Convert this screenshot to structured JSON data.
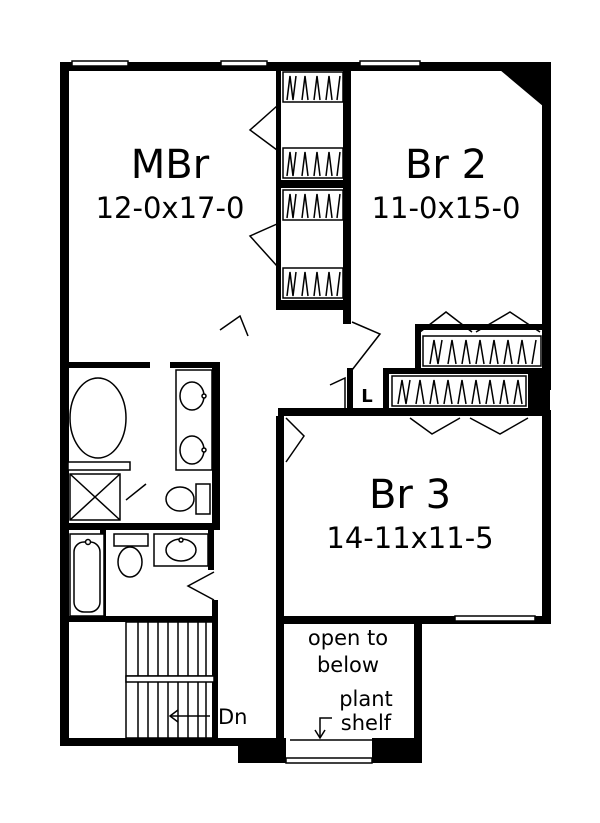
{
  "rooms": {
    "master": {
      "name": "MBr",
      "size": "12-0x17-0"
    },
    "bedroom2": {
      "name": "Br 2",
      "size": "11-0x15-0"
    },
    "bedroom3": {
      "name": "Br 3",
      "size": "14-11x11-5"
    }
  },
  "linen": {
    "label": "L"
  },
  "stairs": {
    "label": "Dn"
  },
  "notes": {
    "open_line1": "open to",
    "open_line2": "below",
    "plant_line1": "plant",
    "plant_line2": "shelf"
  },
  "colors": {
    "wall": "#000000",
    "background": "#ffffff"
  }
}
